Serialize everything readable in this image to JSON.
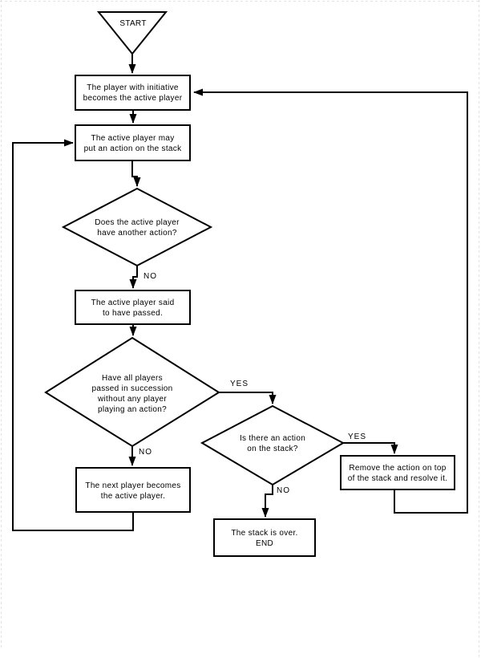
{
  "diagram": {
    "type": "flowchart",
    "topic": "Stack action resolution flow",
    "nodes": {
      "start": {
        "shape": "triangle-down",
        "label": "START"
      },
      "initiative": {
        "shape": "rect",
        "lines": [
          "The player with initiative",
          "becomes the active player"
        ]
      },
      "put_action": {
        "shape": "rect",
        "lines": [
          "The active player may",
          "put an action on the stack"
        ]
      },
      "another_action": {
        "shape": "diamond",
        "lines": [
          "Does the active player",
          "have another action?"
        ]
      },
      "said_passed": {
        "shape": "rect",
        "lines": [
          "The active player said",
          "to have passed."
        ]
      },
      "all_passed": {
        "shape": "diamond",
        "lines": [
          "Have all players",
          "passed in succession",
          "without any player",
          "playing an action?"
        ]
      },
      "stack_action": {
        "shape": "diamond",
        "lines": [
          "Is there an action",
          "on the stack?"
        ]
      },
      "resolve": {
        "shape": "rect",
        "lines": [
          "Remove the action on top",
          "of the stack and resolve it."
        ]
      },
      "stack_over": {
        "shape": "rect",
        "lines": [
          "The stack is over.",
          "END"
        ]
      },
      "next_player": {
        "shape": "rect",
        "lines": [
          "The next player becomes",
          "the active player."
        ]
      }
    },
    "edge_labels": {
      "another_action_no": "NO",
      "all_passed_yes": "YES",
      "all_passed_no": "NO",
      "stack_action_yes": "YES",
      "stack_action_no": "NO"
    },
    "colors": {
      "line": "#000000",
      "background": "#ffffff",
      "page_border_dashes": "#dfe4e8"
    }
  }
}
